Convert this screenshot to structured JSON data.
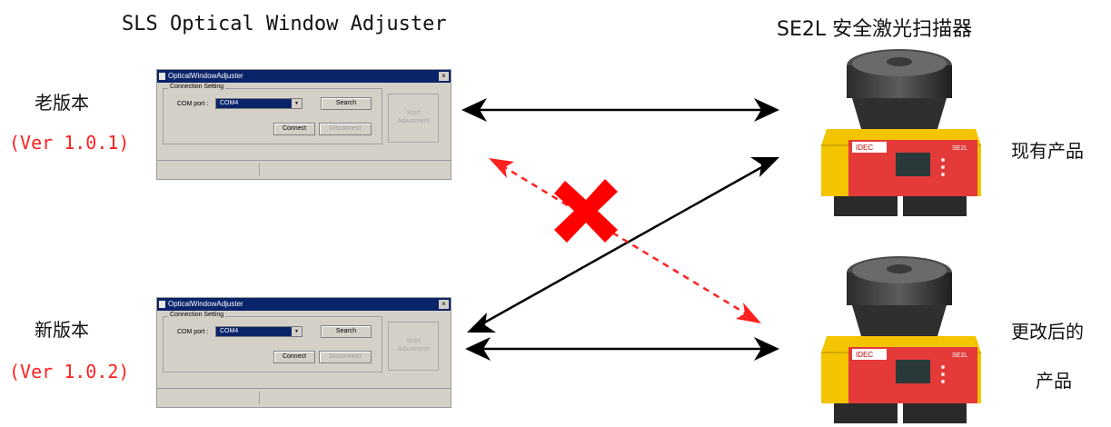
{
  "headings": {
    "left": "SLS Optical Window Adjuster",
    "right": "SE2L 安全激光扫描器"
  },
  "left_labels": {
    "old": "老版本",
    "old_version": "(Ver 1.0.1)",
    "new": "新版本",
    "new_version": "(Ver 1.0.2)"
  },
  "right_labels": {
    "existing_product": "现有产品",
    "changed_product_line1": "更改后的",
    "changed_product_line2": "产品"
  },
  "app_window": {
    "title": "OpticalWindowAdjuster",
    "close_glyph": "×",
    "group_title": "Connection Setting",
    "port_label": "COM port :",
    "port_value": "COM4",
    "dropdown_glyph": "▾",
    "search_label": "Search",
    "connect_label": "Connect",
    "disconnect_label": "Disconnect",
    "start_line1": "Start",
    "start_line2": "Adjustment"
  },
  "device": {
    "brand": "IDEC",
    "model": "SE2L"
  },
  "colors": {
    "compatible_arrow": "#000000",
    "incompatible_arrow": "#ff2020",
    "cross_mark": "#ff0000",
    "version_text": "#ff2020",
    "scanner_body": "#f4c400",
    "scanner_panel": "#e43a3a"
  },
  "icons": {
    "cross": "red-cross-icon"
  }
}
